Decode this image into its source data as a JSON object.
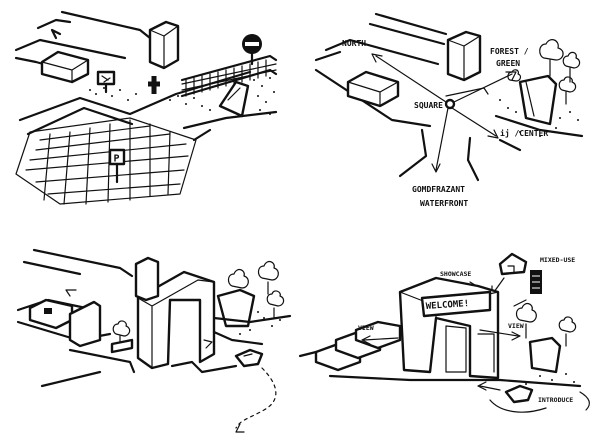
{
  "panel1": {
    "parking_sign": "P"
  },
  "panel2": {
    "north": "NORTH",
    "forest": "FOREST /",
    "green": "GREEN",
    "square": "SQUARE",
    "ij_center": "ij /CENTER",
    "waterfront_1": "GOMDFRAZANT",
    "waterfront_2": "WATERFRONT"
  },
  "panel4": {
    "welcome": "WELCOME!",
    "showcase": "SHOWCASE",
    "mixed_use": "MIXED-USE",
    "view_left": "VIEW",
    "view_right": "VIEW",
    "introduce": "INTRODUCE"
  }
}
